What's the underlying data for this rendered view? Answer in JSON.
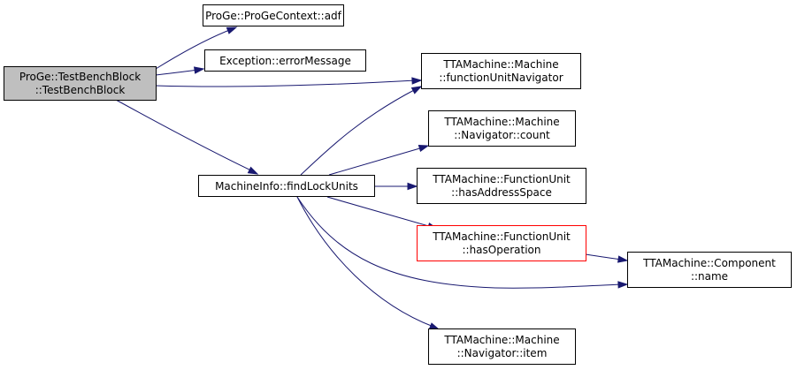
{
  "colors": {
    "edge": "#191970",
    "node_border": "#000000",
    "node_fill": "#ffffff",
    "root_fill": "#bfbfbf",
    "highlight_border": "#ff0000"
  },
  "nodes": {
    "root": {
      "lines": [
        "ProGe::TestBenchBlock",
        "::TestBenchBlock"
      ]
    },
    "adf": {
      "lines": [
        "ProGe::ProGeContext::adf"
      ]
    },
    "errorMessage": {
      "lines": [
        "Exception::errorMessage"
      ]
    },
    "findLockUnits": {
      "lines": [
        "MachineInfo::findLockUnits"
      ]
    },
    "functionUnitNavigator": {
      "lines": [
        "TTAMachine::Machine",
        "::functionUnitNavigator"
      ]
    },
    "navigatorCount": {
      "lines": [
        "TTAMachine::Machine",
        "::Navigator::count"
      ]
    },
    "hasAddressSpace": {
      "lines": [
        "TTAMachine::FunctionUnit",
        "::hasAddressSpace"
      ]
    },
    "hasOperation": {
      "lines": [
        "TTAMachine::FunctionUnit",
        "::hasOperation"
      ]
    },
    "componentName": {
      "lines": [
        "TTAMachine::Component",
        "::name"
      ]
    },
    "navigatorItem": {
      "lines": [
        "TTAMachine::Machine",
        "::Navigator::item"
      ]
    }
  }
}
